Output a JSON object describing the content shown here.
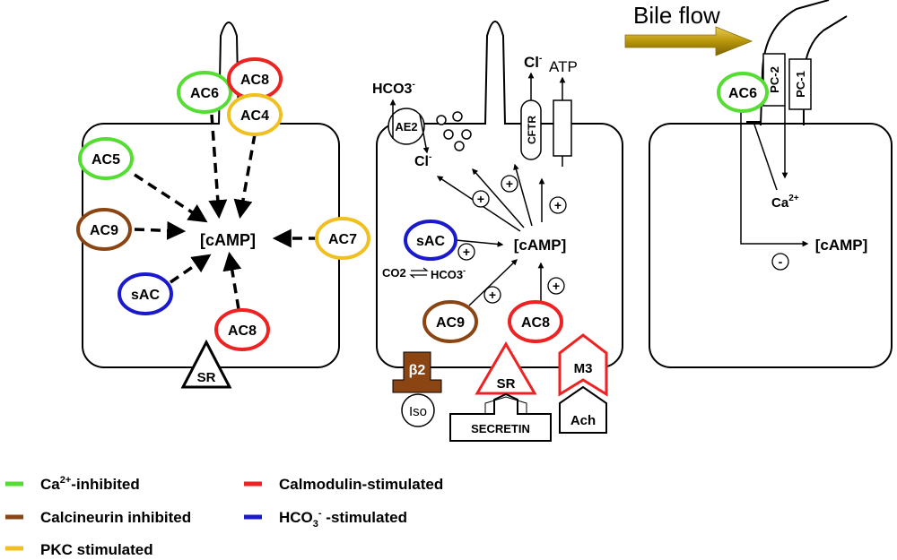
{
  "colors": {
    "ca_inhibited": "#55dd33",
    "calmodulin": "#ee2222",
    "calcineurin": "#8b4513",
    "bicarbonate": "#1a1acc",
    "pkc": "#f0c020",
    "beta2_fill": "#8b4513",
    "bile_arrow": "#b8960a"
  },
  "left_cell": {
    "camp": "[cAMP]",
    "enzymes": {
      "ac5": "AC5",
      "ac6": "AC6",
      "ac8_top": "AC8",
      "ac4": "AC4",
      "ac9": "AC9",
      "ac7": "AC7",
      "sac": "sAC",
      "ac8_bottom": "AC8"
    },
    "receptor": "SR"
  },
  "middle_cell": {
    "camp": "[cAMP]",
    "hco3": "HCO3",
    "hco3_sup": "-",
    "ae2": "AE2",
    "cl_out": "Cl",
    "cl_out_sup": "-",
    "cl_in": "Cl",
    "cl_in_sup": "-",
    "atp": "ATP",
    "cftr": "CFTR",
    "sac": "sAC",
    "co2": "CO2",
    "hco3_in": "HCO3",
    "hco3_in_sup": "-",
    "ac9": "AC9",
    "ac8": "AC8",
    "plus": "+",
    "beta2": "β2",
    "iso": "Iso",
    "sr": "SR",
    "secretin": "SECRETIN",
    "m3": "M3",
    "ach": "Ach"
  },
  "right_cell": {
    "bile_flow": "Bile flow",
    "pc2": "PC-2",
    "pc1": "PC-1",
    "ac6": "AC6",
    "ca": "Ca",
    "ca_sup": "2+",
    "camp": "[cAMP]",
    "minus": "-"
  },
  "legend": {
    "ca_inhibited_pre": "Ca",
    "ca_inhibited_sup": "2+",
    "ca_inhibited_post": "-inhibited",
    "calmodulin": "Calmodulin-stimulated",
    "calcineurin": "Calcineurin inhibited",
    "bicarbonate_pre": "HCO",
    "bicarbonate_sub": "3",
    "bicarbonate_sup": "-",
    "bicarbonate_post": " -stimulated",
    "pkc": "PKC stimulated"
  }
}
